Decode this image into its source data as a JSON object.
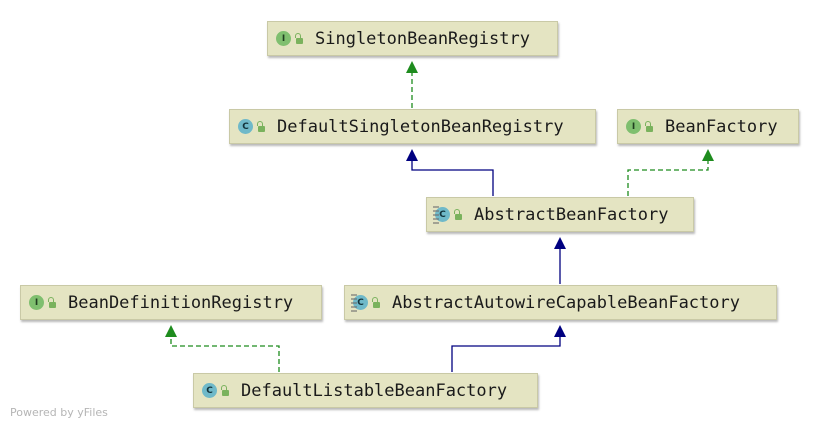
{
  "diagram": {
    "nodes": [
      {
        "id": "singleton_bean_registry",
        "label": "SingletonBeanRegistry",
        "kind": "interface",
        "badge": "I",
        "icon": "interface-icon"
      },
      {
        "id": "default_singleton_bean_registry",
        "label": "DefaultSingletonBeanRegistry",
        "kind": "class",
        "badge": "C",
        "icon": "class-icon"
      },
      {
        "id": "bean_factory",
        "label": "BeanFactory",
        "kind": "interface",
        "badge": "I",
        "icon": "interface-icon"
      },
      {
        "id": "abstract_bean_factory",
        "label": "AbstractBeanFactory",
        "kind": "abstract",
        "badge": "C",
        "icon": "abstract-class-icon"
      },
      {
        "id": "bean_definition_registry",
        "label": "BeanDefinitionRegistry",
        "kind": "interface",
        "badge": "I",
        "icon": "interface-icon"
      },
      {
        "id": "abstract_autowire_capable_bean_factory",
        "label": "AbstractAutowireCapableBeanFactory",
        "kind": "abstract",
        "badge": "C",
        "icon": "abstract-class-icon"
      },
      {
        "id": "default_listable_bean_factory",
        "label": "DefaultListableBeanFactory",
        "kind": "class",
        "badge": "C",
        "icon": "class-icon"
      }
    ],
    "edges": [
      {
        "from": "default_singleton_bean_registry",
        "to": "singleton_bean_registry",
        "type": "implements"
      },
      {
        "from": "abstract_bean_factory",
        "to": "default_singleton_bean_registry",
        "type": "extends"
      },
      {
        "from": "abstract_bean_factory",
        "to": "bean_factory",
        "type": "implements"
      },
      {
        "from": "abstract_autowire_capable_bean_factory",
        "to": "abstract_bean_factory",
        "type": "extends"
      },
      {
        "from": "default_listable_bean_factory",
        "to": "abstract_autowire_capable_bean_factory",
        "type": "extends"
      },
      {
        "from": "default_listable_bean_factory",
        "to": "bean_definition_registry",
        "type": "implements"
      }
    ],
    "colors": {
      "node_fill": "#e4e4c2",
      "extends": "#000080",
      "implements": "#1e8c1e"
    }
  },
  "footer": {
    "watermark": "Powered by yFiles"
  }
}
